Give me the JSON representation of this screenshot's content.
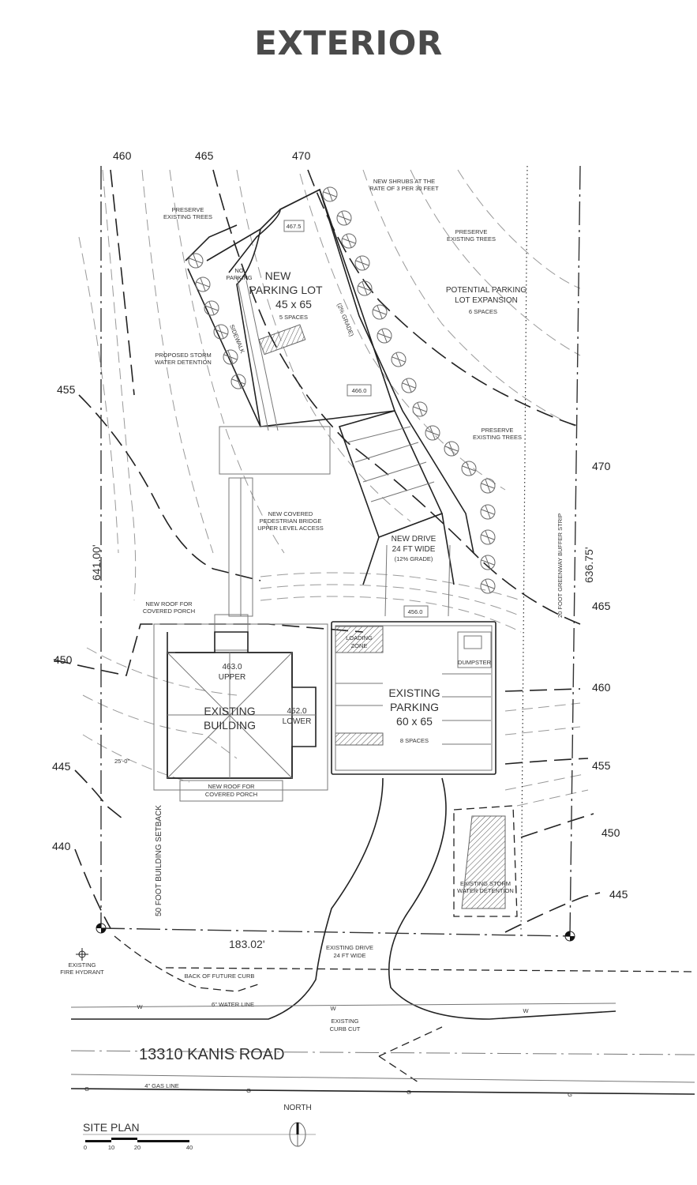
{
  "page": {
    "title": "EXTERIOR"
  },
  "plan": {
    "contour_labels_top": [
      "460",
      "465",
      "470"
    ],
    "contour_labels_left": [
      "455",
      "450",
      "445",
      "440"
    ],
    "contour_labels_right": [
      "470",
      "465",
      "460",
      "455",
      "450",
      "445"
    ],
    "dimensions": {
      "left_property": "641.00'",
      "right_property": "636.75'",
      "bottom_property": "183.02'",
      "side_setback": "25'-0\"",
      "front_setback": "50 FOOT BUILDING SETBACK"
    },
    "new_parking": {
      "title_line1": "NEW",
      "title_line2": "PARKING LOT",
      "size": "45 x 65",
      "spaces": "5 SPACES",
      "no_parking_line1": "NO",
      "no_parking_line2": "PARKING",
      "grade": "(2% GRADE)",
      "sidewalk": "SIDEWALK",
      "elev_top": "467.5",
      "elev_bottom": "466.0"
    },
    "annotations": {
      "preserve_trees": [
        "PRESERVE",
        "EXISTING TREES"
      ],
      "new_shrubs": [
        "NEW SHRUBS AT THE",
        "RATE OF 3 PER 30 FEET"
      ],
      "potential_expansion": [
        "POTENTIAL PARKING",
        "LOT EXPANSION"
      ],
      "potential_spaces": "6 SPACES",
      "proposed_storm": [
        "PROPOSED STORM",
        "WATER DETENTION"
      ],
      "bridge": [
        "NEW COVERED",
        "PEDESTRIAN BRIDGE",
        "UPPER LEVEL ACCESS"
      ],
      "new_drive": [
        "NEW DRIVE",
        "24 FT WIDE",
        "(12% GRADE)"
      ],
      "greenway": "20 FOOT GREENWAY BUFFER STRIP",
      "roof_porch_top": [
        "NEW ROOF FOR",
        "COVERED PORCH"
      ],
      "roof_porch_bottom": [
        "NEW ROOF FOR",
        "COVERED PORCH"
      ],
      "elev_drive": "456.0",
      "existing_storm": [
        "EXISTING STORM",
        "WATER DETENTION"
      ],
      "fire_hydrant": [
        "EXISTING",
        "FIRE HYDRANT"
      ],
      "future_curb": "BACK OF FUTURE CURB",
      "existing_drive": [
        "EXISTING DRIVE",
        "24 FT WIDE"
      ],
      "water_line": "6\" WATER LINE",
      "water_marker": "W",
      "curb_cut": [
        "EXISTING",
        "CURB CUT"
      ],
      "gas_line": "4\" GAS LINE",
      "gas_marker": "G"
    },
    "building": {
      "title_line1": "EXISTING",
      "title_line2": "BUILDING",
      "upper_elev": "463.0",
      "upper_label": "UPPER",
      "lower_elev": "452.0",
      "lower_label": "LOWER"
    },
    "existing_parking": {
      "title_line1": "EXISTING",
      "title_line2": "PARKING",
      "size": "60 x 65",
      "spaces": "8 SPACES",
      "loading_line1": "LOADING",
      "loading_line2": "ZONE",
      "dumpster": "DUMPSTER"
    },
    "road": "13310 KANIS ROAD",
    "footer": {
      "site_plan": "SITE PLAN",
      "north": "NORTH",
      "scale_ticks": [
        "0",
        "10",
        "20",
        "40"
      ]
    }
  }
}
